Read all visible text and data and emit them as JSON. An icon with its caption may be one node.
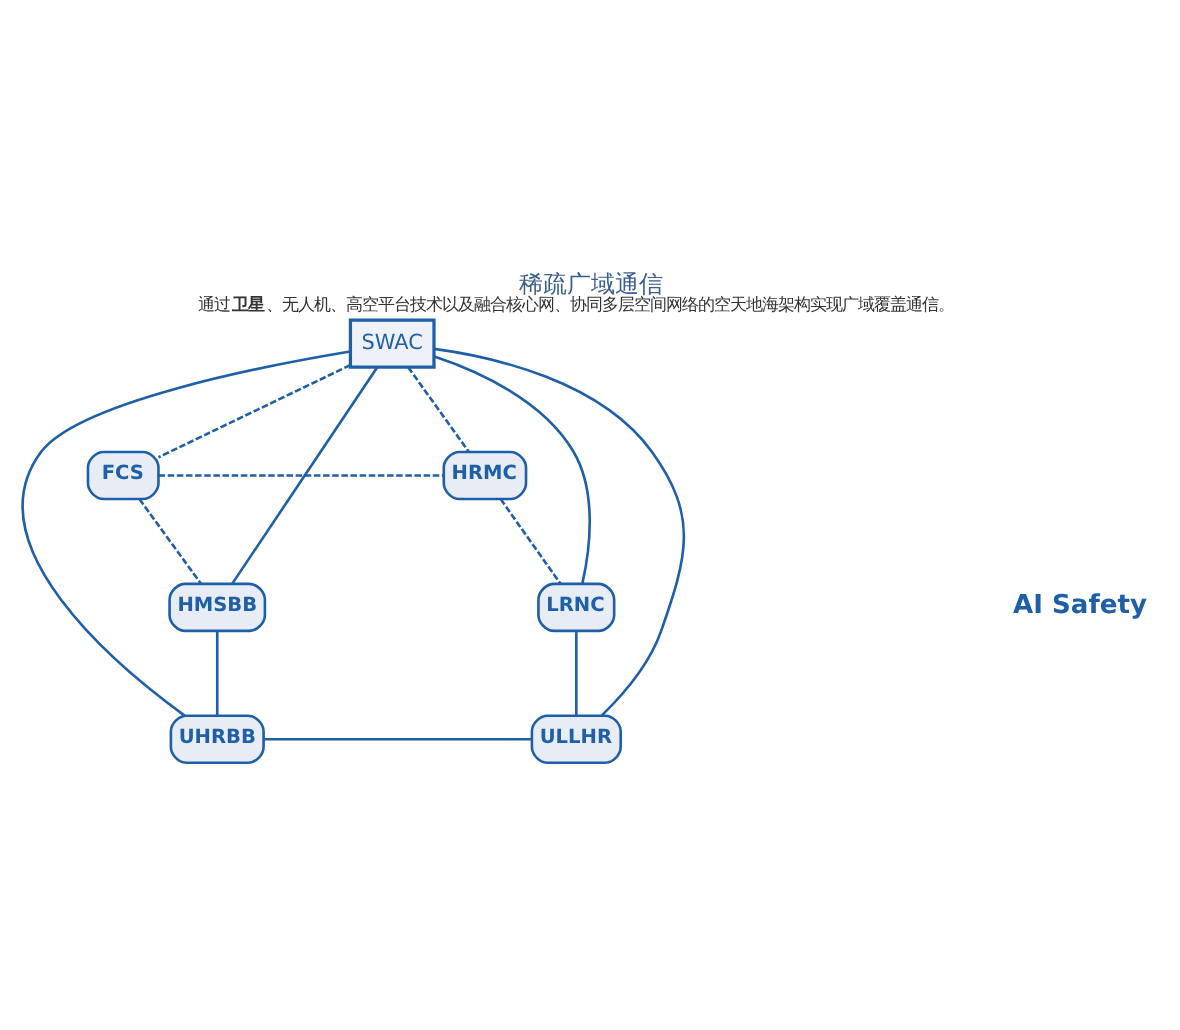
{
  "diagram": {
    "title": "稀疏广域通信",
    "caption": "通过**卫星**、无人机、高空平台技术以及融合核心网、协同多层空间网络的空天地海架构实现广域覆盖通信。",
    "nodes": [
      {
        "text": [
          "SWAC"
        ]
      },
      {
        "text": [
          "FCS"
        ]
      },
      {
        "text": [
          "HRMC"
        ]
      },
      {
        "text": [
          "HMSBB"
        ]
      },
      {
        "text": [
          "LRNC"
        ]
      },
      {
        "text": [
          "UHRBB"
        ]
      },
      {
        "text": [
          "ULLHR"
        ]
      }
    ],
    "edges": [
      {
        "from": 0,
        "to": 1,
        "arrow": "none",
        "style": "dashed"
      },
      {
        "from": 0,
        "to": 2,
        "arrow": "none",
        "style": "dashed"
      },
      {
        "from": 0,
        "to": 3,
        "arrow": "none"
      },
      {
        "from": 0,
        "to": 4,
        "arrow": "none"
      },
      {
        "from": 0,
        "to": 5,
        "arrow": "none"
      },
      {
        "from": 0,
        "to": 6,
        "arrow": "none"
      },
      {
        "from": 1,
        "to": 3,
        "arrow": "none",
        "style": "dashed"
      },
      {
        "from": 1,
        "to": 2,
        "arrow": "none",
        "style": "dashed"
      },
      {
        "from": 2,
        "to": 4,
        "arrow": "none",
        "style": "dashed"
      },
      {
        "from": 4,
        "to": 6,
        "arrow": "none"
      },
      {
        "from": 5,
        "to": 6,
        "arrow": "none"
      },
      {
        "from": 3,
        "to": 5,
        "arrow": "none"
      }
    ],
    "labels": [
      "AI Safety"
    ]
  }
}
